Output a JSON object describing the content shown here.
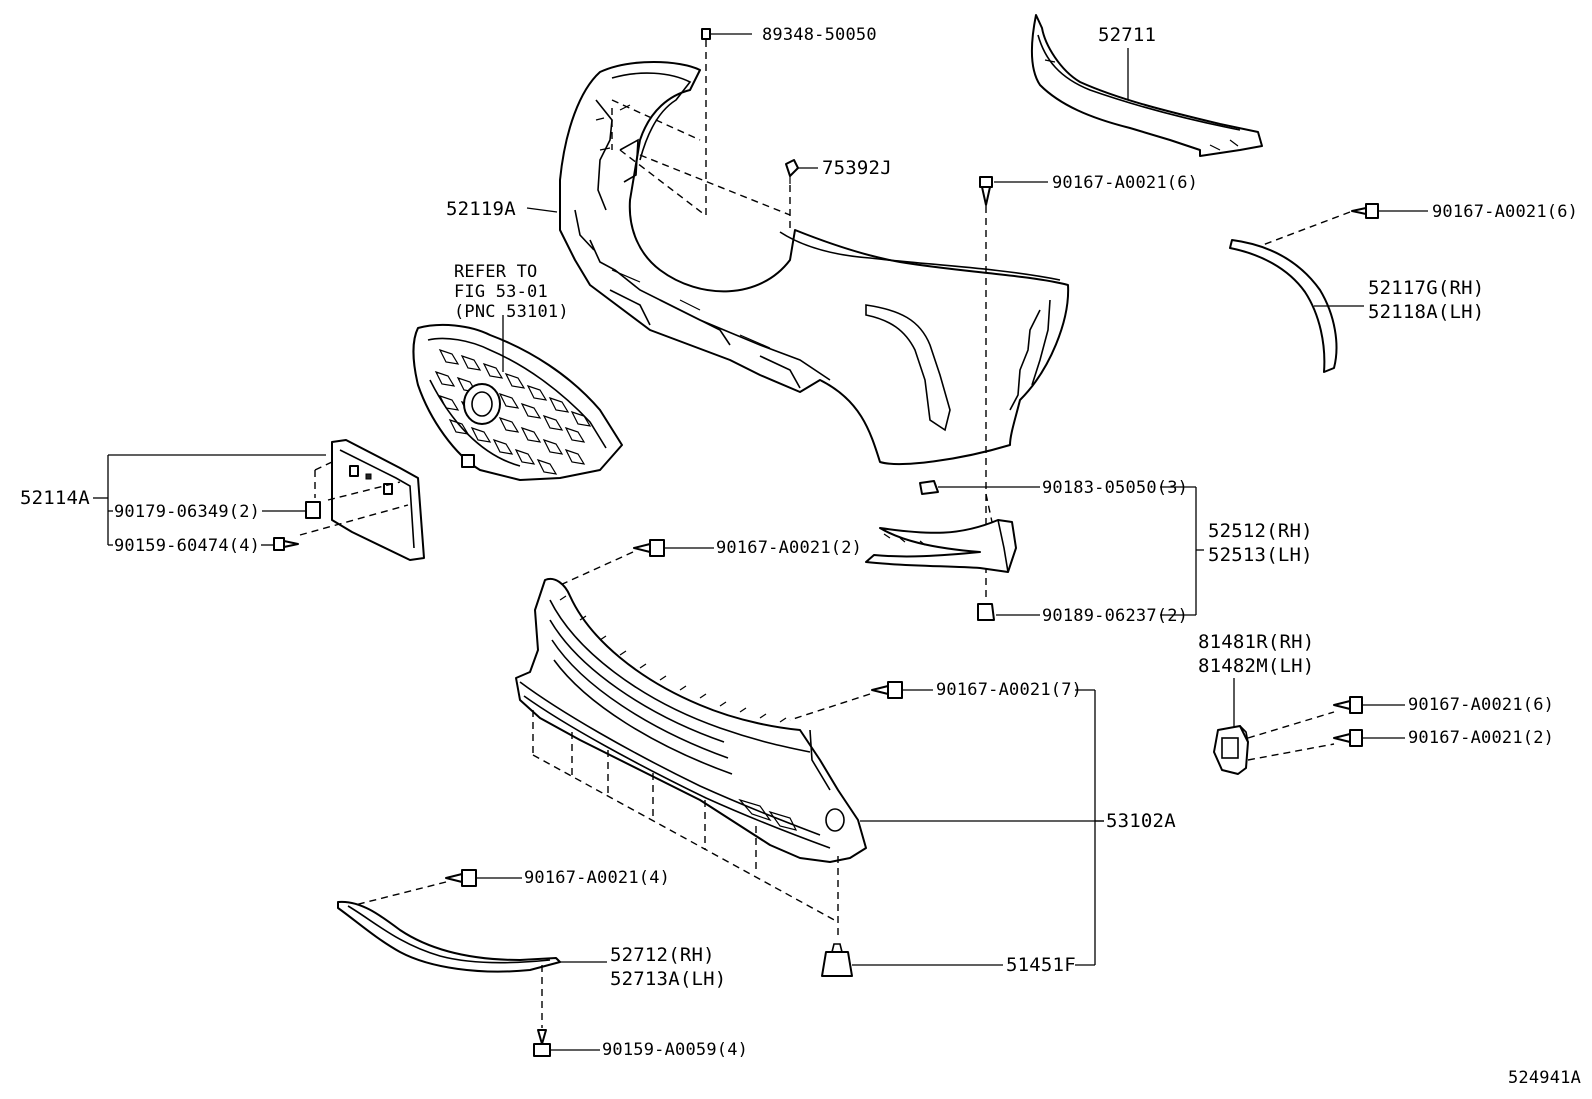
{
  "diagram_id": "524941A",
  "labels": {
    "clip_89348": "89348-50050",
    "part_52711": "52711",
    "clip_75392": "75392J",
    "screw_top_center": "90167-A0021(6)",
    "screw_top_right": "90167-A0021(6)",
    "bumper_cover": "52119A",
    "refer_line1": "REFER TO",
    "refer_line2": "FIG 53-01",
    "refer_line3": "(PNC 53101)",
    "molding_rh": "52117G(RH)",
    "molding_lh": "52118A(LH)",
    "license_bracket": "52114A",
    "nut_90179": "90179-06349(2)",
    "screw_90159_60474": "90159-60474(4)",
    "nut_90183": "90183-05050(3)",
    "garnish_rh": "52512(RH)",
    "garnish_lh": "52513(LH)",
    "screw_grille_upper": "90167-A0021(2)",
    "clip_90189": "90189-06237(2)",
    "sensor_bracket_rh": "81481R(RH)",
    "sensor_bracket_lh": "81482M(LH)",
    "screw_grille_side": "90167-A0021(7)",
    "screw_bracket_a": "90167-A0021(6)",
    "screw_bracket_b": "90167-A0021(2)",
    "lower_grille": "53102A",
    "screw_lower_molding": "90167-A0021(4)",
    "lower_molding_rh": "52712(RH)",
    "lower_molding_lh": "52713A(LH)",
    "clip_51451": "51451F",
    "screw_90159_a0059": "90159-A0059(4)"
  }
}
